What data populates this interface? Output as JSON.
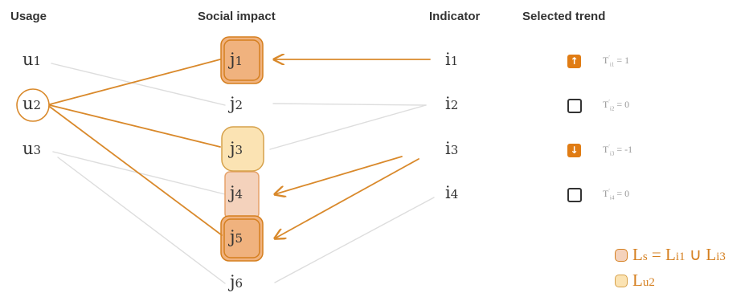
{
  "headers": {
    "usage": "Usage",
    "social_impact": "Social impact",
    "indicator": "Indicator",
    "selected_trend": "Selected trend"
  },
  "usage_nodes": [
    {
      "base": "u",
      "sub": "1"
    },
    {
      "base": "u",
      "sub": "2"
    },
    {
      "base": "u",
      "sub": "3"
    }
  ],
  "impact_nodes": [
    {
      "base": "j",
      "sub": "1"
    },
    {
      "base": "j",
      "sub": "2"
    },
    {
      "base": "j",
      "sub": "3"
    },
    {
      "base": "j",
      "sub": "4"
    },
    {
      "base": "j",
      "sub": "5"
    },
    {
      "base": "j",
      "sub": "6"
    }
  ],
  "indicator_nodes": [
    {
      "base": "i",
      "sub": "1"
    },
    {
      "base": "i",
      "sub": "2"
    },
    {
      "base": "i",
      "sub": "3"
    },
    {
      "base": "i",
      "sub": "4"
    }
  ],
  "trends": [
    {
      "state": "up",
      "icon": "arrow-up-icon",
      "value": "1",
      "sub": "i1"
    },
    {
      "state": "empty",
      "icon": "empty-checkbox-icon",
      "value": "0",
      "sub": "i2"
    },
    {
      "state": "down",
      "icon": "arrow-down-icon",
      "value": "-1",
      "sub": "i3"
    },
    {
      "state": "empty",
      "icon": "empty-checkbox-icon",
      "value": "0",
      "sub": "i4"
    }
  ],
  "legend": [
    {
      "parts": [
        {
          "b": "L",
          "s": "s"
        },
        {
          "t": " = "
        },
        {
          "b": "L",
          "s": "i1"
        },
        {
          "t": " ∪ "
        },
        {
          "b": "L",
          "s": "i3"
        }
      ],
      "swatch": "#f4d2bc",
      "border": "#d57f1f"
    },
    {
      "parts": [
        {
          "b": "L",
          "s": "u2"
        }
      ],
      "swatch": "#fbe3b3",
      "border": "#d6a14a"
    }
  ],
  "colors": {
    "accent": "#e07c14",
    "line_orange": "#d9892b",
    "line_gray": "#dddddd",
    "fill_peach": "#f4d2bc",
    "fill_yellow": "#fbe3b3",
    "fill_orange": "#f0b27e"
  }
}
